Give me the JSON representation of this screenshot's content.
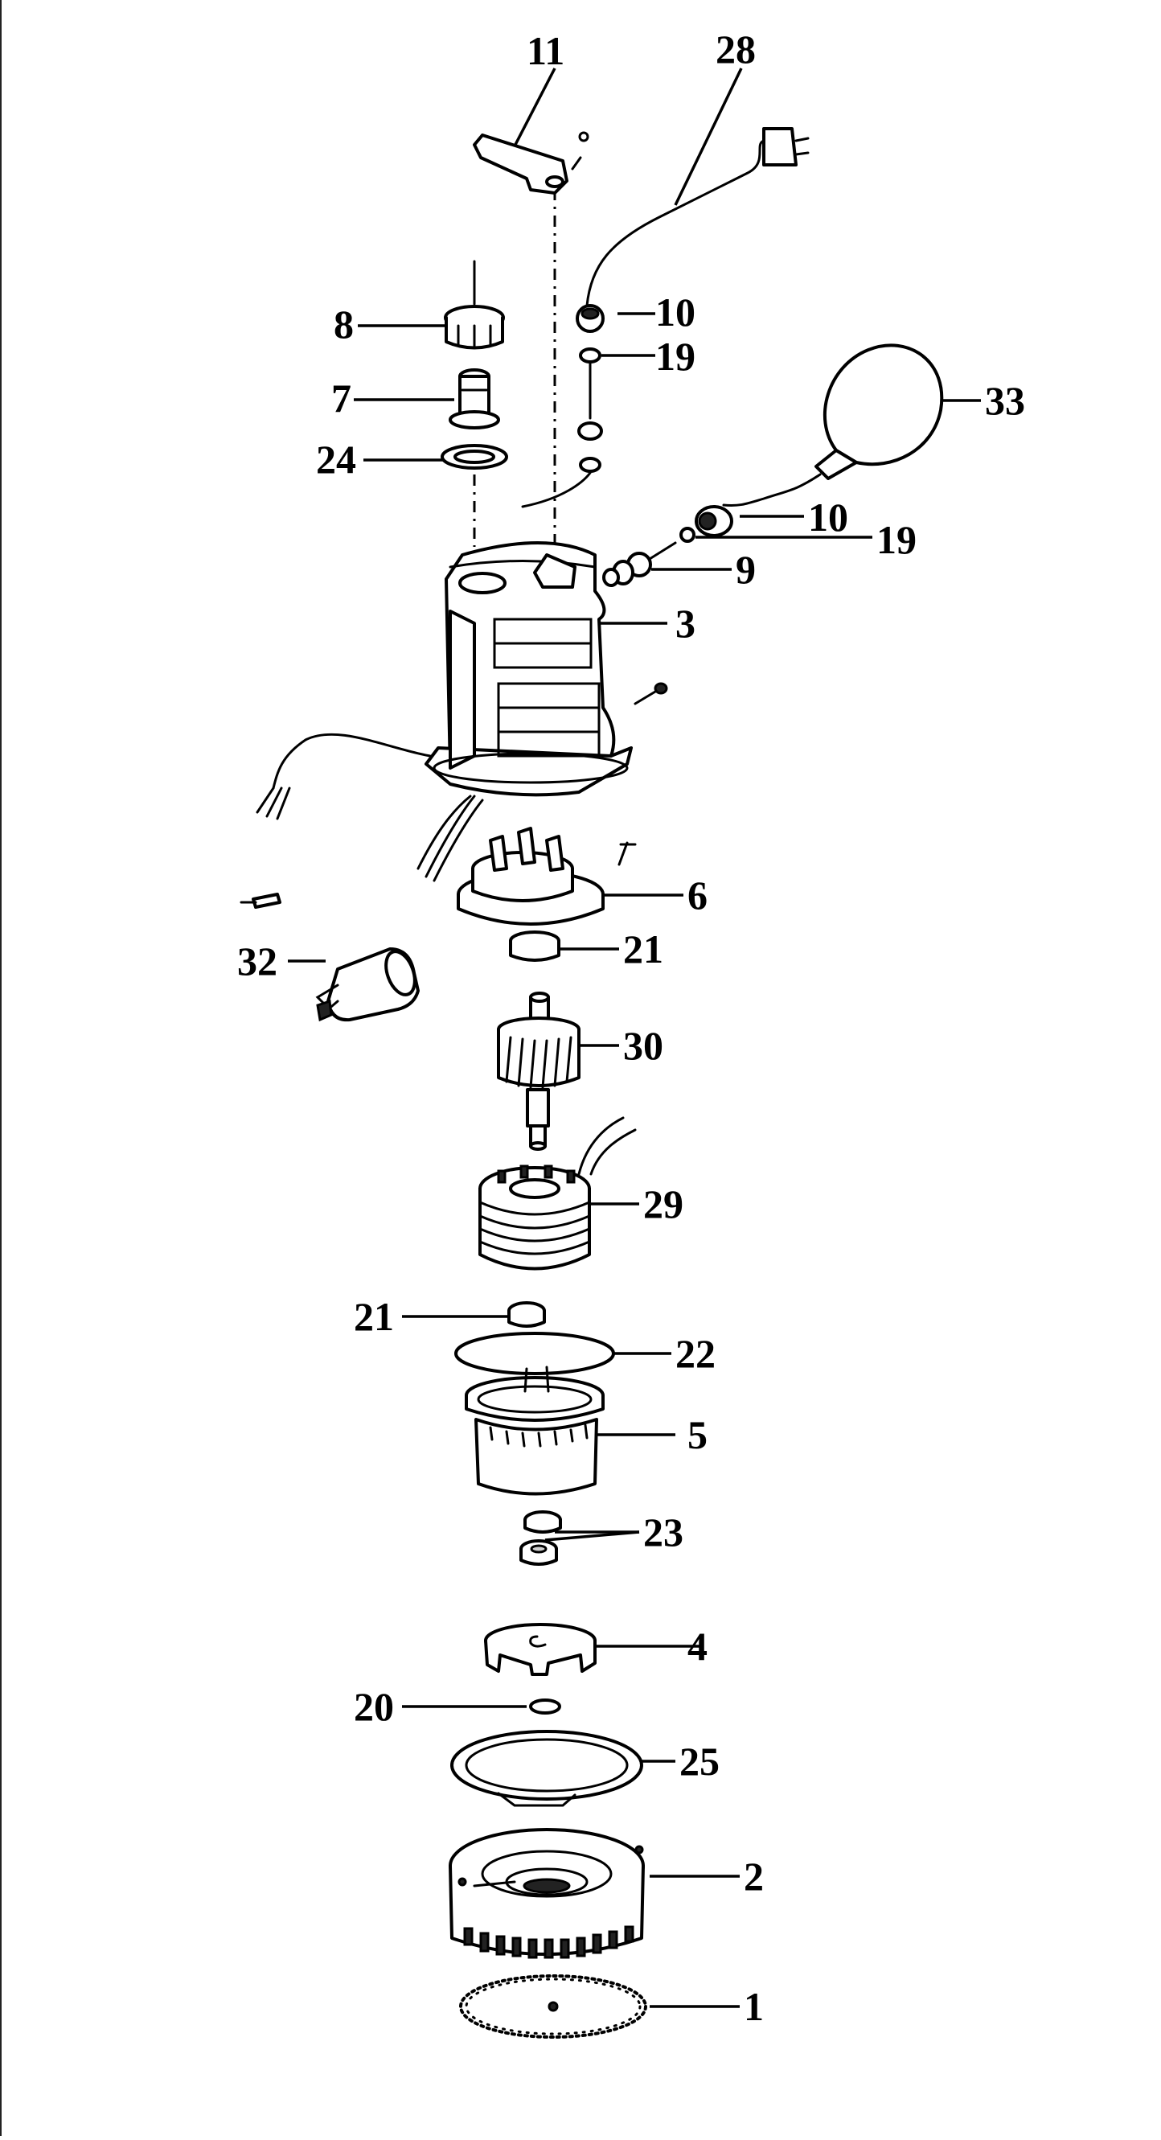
{
  "diagram": {
    "callouts": [
      {
        "id": "11",
        "label": "11"
      },
      {
        "id": "28",
        "label": "28"
      },
      {
        "id": "8",
        "label": "8"
      },
      {
        "id": "10a",
        "label": "10"
      },
      {
        "id": "19a",
        "label": "19"
      },
      {
        "id": "7",
        "label": "7"
      },
      {
        "id": "33",
        "label": "33"
      },
      {
        "id": "24",
        "label": "24"
      },
      {
        "id": "10b",
        "label": "10"
      },
      {
        "id": "19b",
        "label": "19"
      },
      {
        "id": "9",
        "label": "9"
      },
      {
        "id": "3",
        "label": "3"
      },
      {
        "id": "6",
        "label": "6"
      },
      {
        "id": "21a",
        "label": "21"
      },
      {
        "id": "32",
        "label": "32"
      },
      {
        "id": "30",
        "label": "30"
      },
      {
        "id": "29",
        "label": "29"
      },
      {
        "id": "21b",
        "label": "21"
      },
      {
        "id": "22",
        "label": "22"
      },
      {
        "id": "5",
        "label": "5"
      },
      {
        "id": "23",
        "label": "23"
      },
      {
        "id": "4",
        "label": "4"
      },
      {
        "id": "20",
        "label": "20"
      },
      {
        "id": "25",
        "label": "25"
      },
      {
        "id": "2",
        "label": "2"
      },
      {
        "id": "1",
        "label": "1"
      }
    ]
  }
}
